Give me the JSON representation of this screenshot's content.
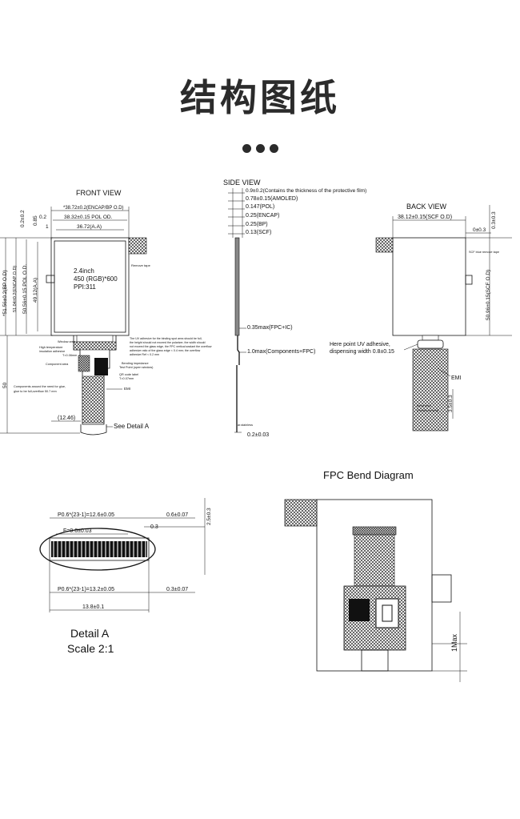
{
  "page_title": "结构图纸",
  "front_view": {
    "title": "FRONT VIEW",
    "dims_top": [
      "*38.72±0.2(ENCAP/BP O.D)",
      "38.32±0.15 POL OD.",
      "36.72(A.A)"
    ],
    "dim_02": "0.2",
    "dim_1": "1",
    "dims_left": [
      "0.2±0.2",
      "0.85",
      "*51.56±0.2(BP O.D)",
      "51.04±0.2(ENCAP O.D)",
      "50.56±0.15 POL O.D.",
      "49.12(A.A)",
      "50"
    ],
    "center_text": [
      "2.4inch",
      "450 (RGB)*600",
      "PPI:311"
    ],
    "remove_tape": "Remove tape",
    "uv_note": [
      "The UV adhesive for the binding spot area should be full,",
      "the height should not exceed the polarizer, the width should",
      "not exceed the glass edge, the FPC vertical sealant the overflow",
      "adhesive ratio of the glass edge < 0.4 mm; the overflow",
      "adhesive Ref < 0.2 mm"
    ],
    "window_area": "Window area",
    "high_temp": [
      "High temperature",
      "insulation adhesive",
      "T=0.06mm"
    ],
    "component_area": "Component area",
    "bending_impedance": "Bending impedance",
    "test_point": "Test Point (open window)",
    "qr_label": [
      "QR code label",
      "T=0.07mm"
    ],
    "emi": "EMI",
    "components_note": [
      "Components around the need for glue,",
      "glue to be full,overflow 50.7 mm"
    ],
    "dim_1246": "(12.46)",
    "see_detail": "See Detail A"
  },
  "side_view": {
    "title": "SIDE VIEW",
    "dims": [
      "0.9±0.2(Contains the thickness of the protective film)",
      "0.78±0.15(AMOLED)",
      "0.147(POL)",
      "0.25(ENCAP)",
      "0.25(BP)",
      "0.13(SCF)"
    ],
    "fpc_ic": "0.35max(FPC+IC)",
    "components_fpc": "1.0max(Components+FPC)",
    "bottom_small": "ar.stainless",
    "bottom_dim": "0.2±0.03"
  },
  "back_view": {
    "title": "BACK VIEW",
    "dim_top": "38.12±0.15(SCF O.D)",
    "dim_0": "0±0.3",
    "dim_03": "0.3±0.3",
    "scf_tape": "SCF blue remove tape",
    "dim_right": "50.96±0.15(SCF O.D)",
    "uv_note": [
      "Here point UV adhesive,",
      "dispensing width 0.8±0.15"
    ],
    "emi": "EMI",
    "bend_area": [
      "Bend area",
      "(Reinforcement)"
    ],
    "dim_35": "3.5±0.3"
  },
  "detail_a": {
    "dims": [
      "P0.6*(23-1)=12.6±0.05",
      "0.6±0.07",
      "2.5±0.3",
      "0.3",
      "F=0.6±0.03",
      "P0.6*(23-1)=13.2±0.05",
      "0.3±0.07",
      "13.8±0.1"
    ],
    "title": "Detail A",
    "scale": "Scale 2:1"
  },
  "fpc_bend": {
    "title": "FPC Bend Diagram",
    "dim": "1Max"
  }
}
